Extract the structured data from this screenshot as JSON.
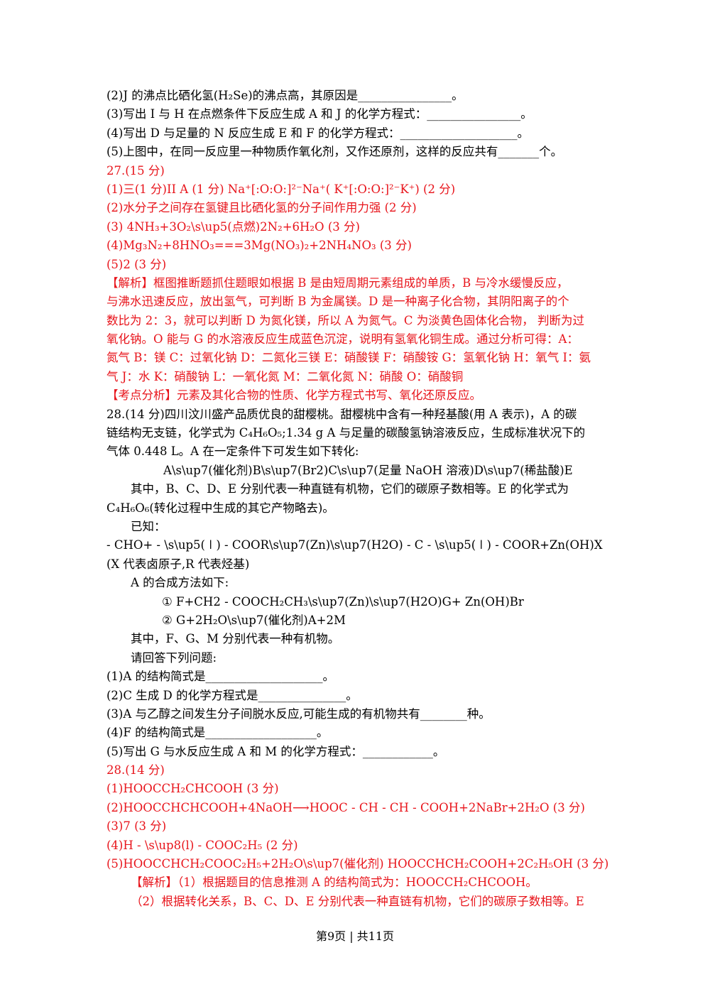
{
  "lines": [
    {
      "text": "(2)J 的沸点比硒化氢(H₂Se)的沸点高，其原因是________________。",
      "color": "black",
      "indent": 0
    },
    {
      "text": "(3)写出 I 与 H 在点燃条件下反应生成 A 和 J 的化学方程式：________________。",
      "color": "black",
      "indent": 0
    },
    {
      "text": "(4)写出 D 与足量的 N 反应生成 E 和 F 的化学方程式：____________________。",
      "color": "black",
      "indent": 0
    },
    {
      "text": "(5)上图中，在同一反应里一种物质作氧化剂，又作还原剂，这样的反应共有_______个。",
      "color": "black",
      "indent": 0
    },
    {
      "text": "27.(15 分)",
      "color": "red",
      "indent": 0
    },
    {
      "text": "(1)三(1 分)II A (1 分)   Na⁺[:O:O:]²⁻Na⁺( K⁺[:O:O:]²⁻K⁺) (2 分)",
      "color": "red",
      "indent": 0
    },
    {
      "text": "(2)水分子之间存在氢键且比硒化氢的分子间作用力强    (2 分)",
      "color": "red",
      "indent": 0
    },
    {
      "text": "(3) 4NH₃+3O₂\\s\\up5(点燃)2N₂+6H₂O (3 分)",
      "color": "red",
      "indent": 0
    },
    {
      "text": "(4)Mg₃N₂+8HNO₃===3Mg(NO₃)₂+2NH₄NO₃  (3 分)",
      "color": "red",
      "indent": 0
    },
    {
      "text": "(5)2  (3 分)",
      "color": "red",
      "indent": 0
    },
    {
      "text": "【解析】框图推断题抓住题眼如根据 B 是由短周期元素组成的单质，B 与冷水缓慢反应，",
      "color": "red",
      "indent": 0
    },
    {
      "text": "与沸水迅速反应，放出氢气，可判断 B 为金属镁。D 是一种离子化合物，其阴阳离子的个",
      "color": "red",
      "indent": 0
    },
    {
      "text": "数比为 2：3，就可以判断 D 为氮化镁，所以 A 为氮气。C 为淡黄色固体化合物， 判断为过",
      "color": "red",
      "indent": 0
    },
    {
      "text": "氧化钠。O 能与 G 的水溶液反应生成蓝色沉淀，说明有氢氧化铜生成。通过分析可得：A：",
      "color": "red",
      "indent": 0
    },
    {
      "text": "氮气 B：镁 C：过氧化钠 D：二氮化三镁 E：硝酸镁 F：硝酸铵 G：氢氧化钠 H：氧气 I：氨",
      "color": "red",
      "indent": 0
    },
    {
      "text": "气 J：水 K：硝酸钠 L：一氧化氮 M：二氧化氮 N：硝酸 O：硝酸铜",
      "color": "red",
      "indent": 0
    },
    {
      "text": "【考点分析】元素及其化合物的性质、化学方程式书写、氧化还原反应。",
      "color": "red",
      "indent": 0
    },
    {
      "text": "28.(14 分)四川汶川盛产品质优良的甜樱桃。甜樱桃中含有一种羟基酸(用 A 表示)，A 的碳",
      "color": "black",
      "indent": 0
    },
    {
      "text": "链结构无支链，化学式为 C₄H₆O₅;1.34 g A 与足量的碳酸氢钠溶液反应，生成标准状况下的",
      "color": "black",
      "indent": 0
    },
    {
      "text": "气体 0.448 L。A 在一定条件下可发生如下转化:",
      "color": "black",
      "indent": 0
    },
    {
      "text": "A\\s\\up7(催化剂)B\\s\\up7(Br2)C\\s\\up7(足量 NaOH 溶液)D\\s\\up7(稀盐酸)E",
      "color": "black",
      "indent": 2
    },
    {
      "text": "其中，B、C、D、E 分别代表一种直链有机物，它们的碳原子数相等。E 的化学式为",
      "color": "black",
      "indent": 1
    },
    {
      "text": "C₄H₆O₆(转化过程中生成的其它产物略去)。",
      "color": "black",
      "indent": 0
    },
    {
      "text": "已知：",
      "color": "black",
      "indent": 1
    },
    {
      "text": " - CHO+ - \\s\\up5( ǀ ) - COOR\\s\\up7(Zn)\\s\\up7(H2O) - C - \\s\\up5( ǀ ) - COOR+Zn(OH)X",
      "color": "black",
      "indent": 0
    },
    {
      "text": "(X 代表卤原子,R 代表烃基)",
      "color": "black",
      "indent": 0
    },
    {
      "text": "A 的合成方法如下:",
      "color": "black",
      "indent": 1
    },
    {
      "text": "① F+CH2 - COOCH₂CH₃\\s\\up7(Zn)\\s\\up7(H2O)G+ Zn(OH)Br",
      "color": "black",
      "indent": 3
    },
    {
      "text": "② G+2H₂O\\s\\up7(催化剂)A+2M",
      "color": "black",
      "indent": 3
    },
    {
      "text": "其中，F、G、M 分别代表一种有机物。",
      "color": "black",
      "indent": 1
    },
    {
      "text": "请回答下列问题:",
      "color": "black",
      "indent": 1
    },
    {
      "text": "(1)A 的结构简式是____________________。",
      "color": "black",
      "indent": 0
    },
    {
      "text": "(2)C 生成 D 的化学方程式是_______________。",
      "color": "black",
      "indent": 0
    },
    {
      "text": "(3)A 与乙醇之间发生分子间脱水反应,可能生成的有机物共有________种。",
      "color": "black",
      "indent": 0
    },
    {
      "text": "(4)F 的结构简式是___________________。",
      "color": "black",
      "indent": 0
    },
    {
      "text": "(5)写出 G 与水反应生成 A 和 M 的化学方程式：____________。",
      "color": "black",
      "indent": 0
    },
    {
      "text": "28.(14 分)",
      "color": "red",
      "indent": 0
    },
    {
      "text": "(1)HOOCCH₂CHCOOH  (3 分)",
      "color": "red",
      "indent": 0
    },
    {
      "text": "(2)HOOCCHCHCOOH+4NaOH⟶HOOC - CH - CH - COOH+2NaBr+2H₂O (3 分)",
      "color": "red",
      "indent": 0
    },
    {
      "text": "(3)7 (3 分)",
      "color": "red",
      "indent": 0
    },
    {
      "text": "(4)H - \\s\\up8(l) - COOC₂H₅ (2 分)",
      "color": "red",
      "indent": 0
    },
    {
      "text": "(5)HOOCCHCH₂COOC₂H₅+2H₂O\\s\\up7(催化剂) HOOCCHCH₂COOH+2C₂H₅OH  (3 分)",
      "color": "red",
      "indent": 0
    },
    {
      "text": "【解析】（1）根据题目的信息推测 A 的结构简式为：HOOCCH₂CHCOOH。",
      "color": "red",
      "indent": 1
    },
    {
      "text": "（2）根据转化关系，B、C、D、E 分别代表一种直链有机物，它们的碳原子数相等。E",
      "color": "red",
      "indent": 1
    }
  ],
  "footer": {
    "text": "第9页 | 共11页"
  }
}
